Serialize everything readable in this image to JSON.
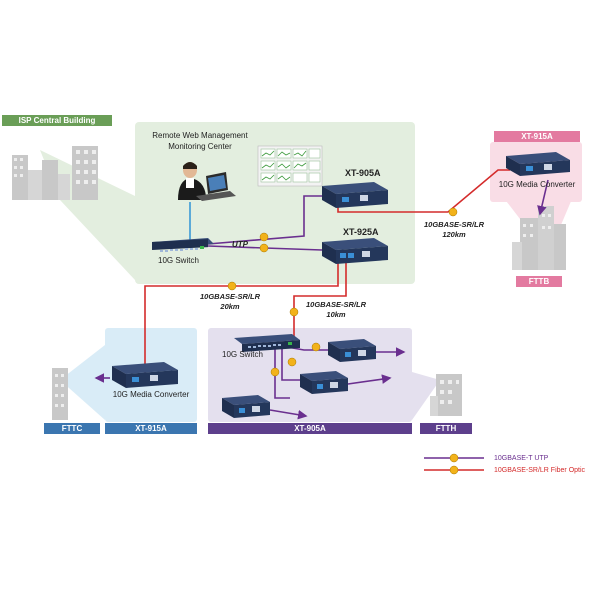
{
  "colors": {
    "isp_area": "#e3eedf",
    "fttc_area": "#d9ecf7",
    "ftth_area": "#e4e0ee",
    "fttb_area": "#f9dde6",
    "isp_tag": "#6a9e57",
    "blue_tag": "#3b76b0",
    "purple_tag": "#5d3f8c",
    "pink_tag": "#e37aa0",
    "utp": "#6a2f8f",
    "fiber": "#d42b2b",
    "node": "#f2b21a",
    "device_dark": "#1f2f4f",
    "device_top": "#3a4f7a",
    "port_blue": "#3a8fd6"
  },
  "labels": {
    "isp_building": "ISP Central Building",
    "remote_mgmt_line1": "Remote Web Management",
    "remote_mgmt_line2": "Monitoring Center",
    "switch_top": "10G Switch",
    "utp": "UTP",
    "xt905a_top": "XT-905A",
    "xt925a": "XT-925A",
    "fiber_120_line1": "10GBASE-SR/LR",
    "fiber_120_line2": "120km",
    "fiber_20_line1": "10GBASE-SR/LR",
    "fiber_20_line2": "20km",
    "fiber_10_line1": "10GBASE-SR/LR",
    "fiber_10_line2": "10km",
    "xt915a_right_tag": "XT-915A",
    "media_converter_right": "10G Media Converter",
    "fttb": "FTTB",
    "switch_bottom": "10G Switch",
    "media_converter_left": "10G Media Converter",
    "fttc": "FTTC",
    "xt915a_left_tag": "XT-915A",
    "xt905a_bottom_tag": "XT-905A",
    "ftth": "FTTH"
  },
  "legend": {
    "utp_label": "10GBASE-T UTP",
    "fiber_label": "10GBASE-SR/LR Fiber Optic"
  },
  "icons": {
    "building": "building-icon",
    "person": "operator-icon",
    "laptop": "laptop-icon",
    "monitor_panel": "monitoring-screens-icon",
    "switch": "switch-icon",
    "converter": "media-converter-icon",
    "node": "connection-node-icon"
  }
}
